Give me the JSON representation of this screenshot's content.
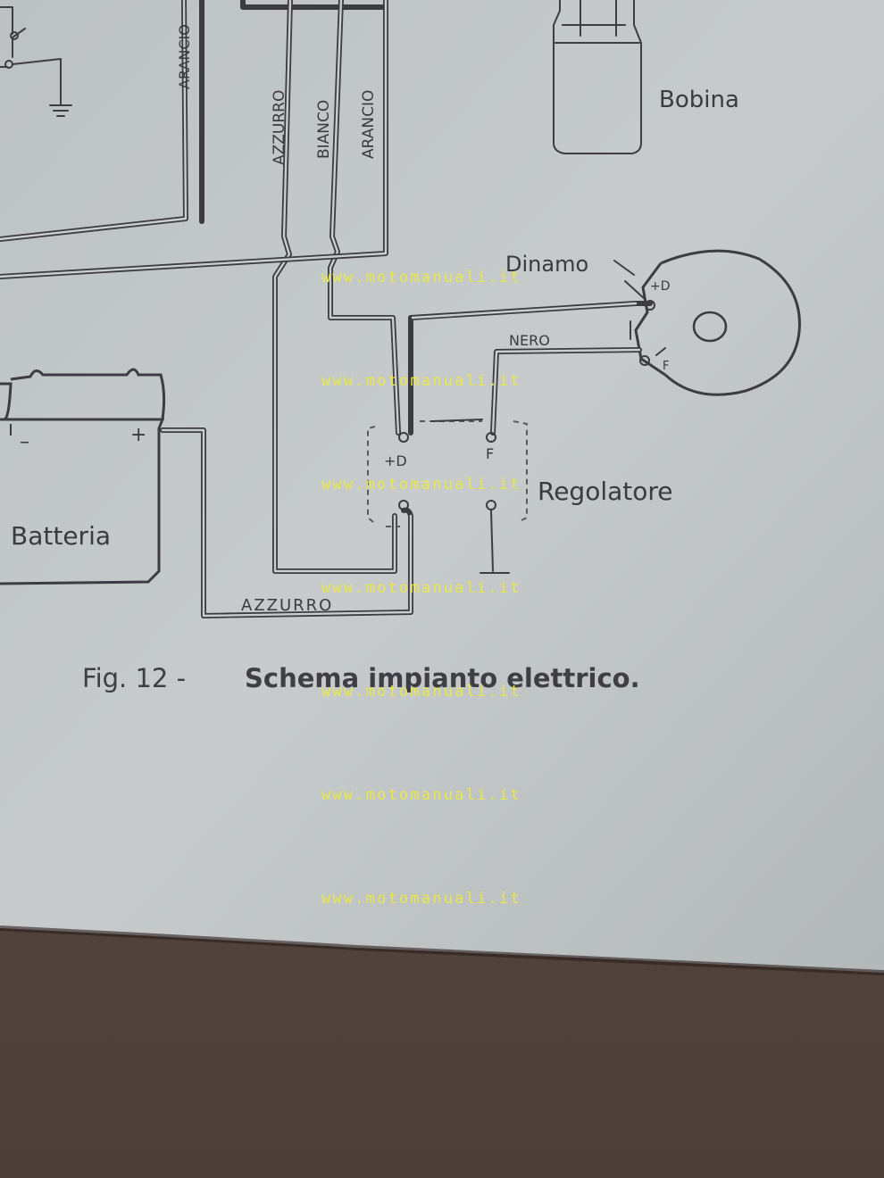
{
  "labels": {
    "bobina": "Bobina",
    "dinamo": "Dinamo",
    "regolatore": "Regolatore",
    "batteria": "Batteria",
    "battery_minus": "–",
    "battery_plus": "+",
    "reg_terminal_d": "+D",
    "reg_terminal_f": "F",
    "dyn_terminal_d": "+D",
    "dyn_terminal_f": "F"
  },
  "wires": {
    "arancio_left": "ARANCIO",
    "azzurro_vertical": "AZZURRO",
    "bianco": "BIANCO",
    "arancio_right": "ARANCIO",
    "nero": "NERO",
    "azzurro_bottom": "AZZURRO"
  },
  "caption": {
    "fig": "Fig. 12 -",
    "title": "Schema impianto elettrico."
  },
  "watermark": "www.motomanuali.it"
}
